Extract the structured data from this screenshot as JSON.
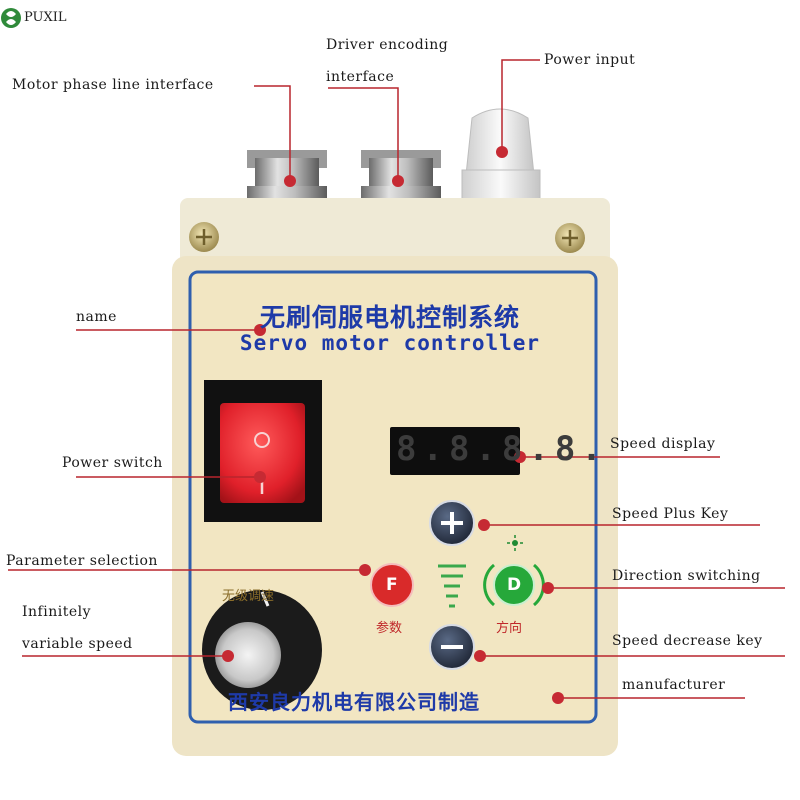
{
  "brand": {
    "name": "PUXIL"
  },
  "panel": {
    "title_cn": "无刷伺服电机控制系统",
    "title_en": "Servo motor controller",
    "switch_on_symbol": "O",
    "switch_off_symbol": "I",
    "display_digits": "8.8.8.8.",
    "plus_symbol": "+",
    "minus_symbol": "−",
    "f_key_letter": "F",
    "d_key_letter": "D",
    "f_key_label": "参数",
    "d_key_label": "方向",
    "knob_label": "无级调速",
    "manufacturer_text": "西安良力机电有限公司制造"
  },
  "callouts": {
    "motor_phase": "Motor phase line interface",
    "driver_encoding_line1": "Driver encoding",
    "driver_encoding_line2": "interface",
    "power_input": "Power input",
    "name": "name",
    "power_switch": "Power switch",
    "parameter_selection": "Parameter selection",
    "infinitely_line1": "Infinitely",
    "infinitely_line2": "variable speed",
    "speed_display": "Speed display",
    "speed_plus": "Speed Plus Key",
    "direction_switching": "Direction switching",
    "speed_decrease": "Speed decrease key",
    "manufacturer": "manufacturer"
  },
  "colors": {
    "callout_line": "#b8252d",
    "callout_dot": "#c62a33",
    "panel_border": "#2f5fae",
    "panel_fill": "#f1e7c6",
    "title_blue": "#1e3aa8",
    "switch_red": "#e0202a",
    "f_key_red": "#d92a2a",
    "d_key_green": "#26a83a"
  }
}
